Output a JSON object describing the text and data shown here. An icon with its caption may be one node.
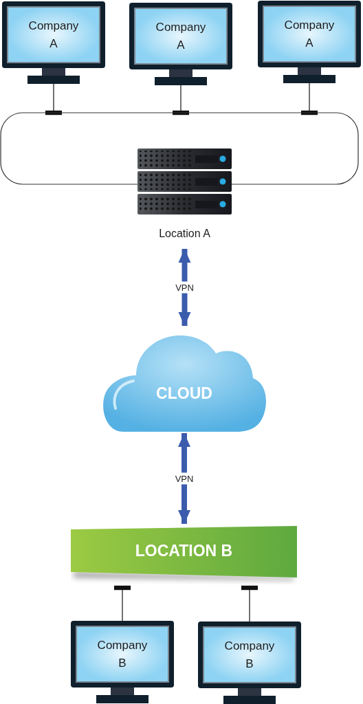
{
  "diagram": {
    "nodes": [
      {
        "text": [
          "Company A"
        ]
      },
      {
        "text": [
          "Company A"
        ]
      },
      {
        "text": [
          "Company A"
        ]
      },
      {
        "text": [],
        "shape": "box"
      },
      {
        "text": [
          "Location A"
        ]
      },
      {
        "text": [
          "CLOUD"
        ]
      },
      {
        "text": [
          "LOCATION B"
        ]
      },
      {
        "text": [
          "Company B"
        ]
      },
      {
        "text": [
          "Company B"
        ]
      }
    ],
    "edges": [
      {
        "from": 0,
        "to": 3,
        "arrow": "other"
      },
      {
        "from": 1,
        "to": 3,
        "arrow": "other"
      },
      {
        "from": 2,
        "to": 3,
        "arrow": "other"
      },
      {
        "from": 4,
        "to": 5,
        "arrow": "both",
        "label": "VPN",
        "style": "thick",
        "color": "#3b5cad"
      },
      {
        "from": 5,
        "to": 6,
        "arrow": "both",
        "label": "VPN",
        "style": "thick",
        "color": "#3b5cad"
      },
      {
        "from": 7,
        "to": 6,
        "arrow": "other"
      },
      {
        "from": 8,
        "to": 6,
        "arrow": "other"
      }
    ]
  }
}
